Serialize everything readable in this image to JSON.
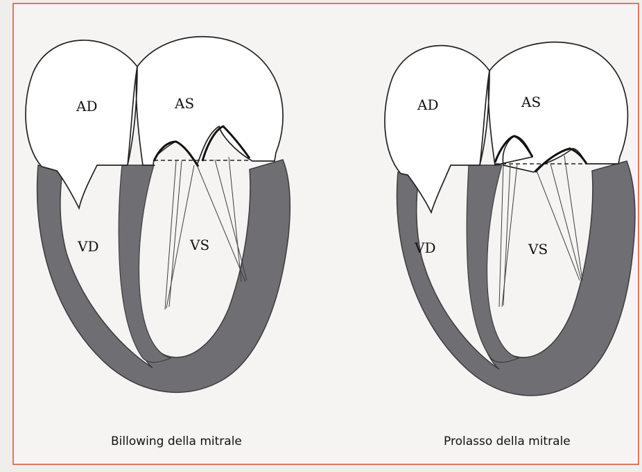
{
  "left_figure": {
    "caption": "Billowing della mitrale",
    "labels": {
      "right_atrium": "AD",
      "left_atrium": "AS",
      "right_ventricle": "VD",
      "left_ventricle": "VS"
    }
  },
  "right_figure": {
    "caption": "Prolasso della mitrale",
    "labels": {
      "right_atrium": "AD",
      "left_atrium": "AS",
      "right_ventricle": "VD",
      "left_ventricle": "VS"
    }
  },
  "colors": {
    "frame": "#d67b5f",
    "myocardium": "#6e6e73",
    "outline": "#222222",
    "chordae": "#3c3c3c"
  }
}
